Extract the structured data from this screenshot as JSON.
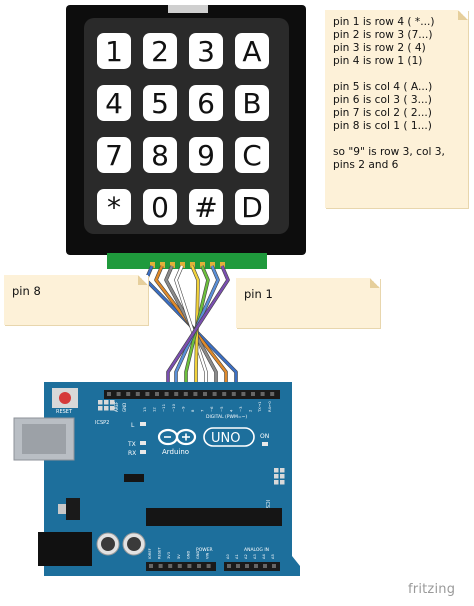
{
  "keypad": {
    "keys": [
      [
        "1",
        "2",
        "3",
        "A"
      ],
      [
        "4",
        "5",
        "6",
        "B"
      ],
      [
        "7",
        "8",
        "9",
        "C"
      ],
      [
        "*",
        "0",
        "#",
        "D"
      ]
    ],
    "wire_colors": [
      "#3b6fc4",
      "#e08a2a",
      "#8a8a8a",
      "#ffffff",
      "#f2d23a",
      "#6cbf3c",
      "#5a8fd8",
      "#7a4fb0"
    ]
  },
  "notes": {
    "pin_map_lines": [
      "pin 1 is row 4 ( *...)",
      "pin 2 is row 3 (7...)",
      "pin 3 is row 2 ( 4)",
      "pin 4 is row 1 (1)",
      "",
      "pin 5 is col 4 ( A...)",
      "pin 6 is col 3 ( 3...)",
      "pin 7 is col 2 ( 2...)",
      "pin 8 is col 1 ( 1...)",
      "",
      "so \"9\" is row 3, col 3,",
      "pins 2 and 6"
    ],
    "left_label": "pin 8",
    "right_label": "pin 1"
  },
  "arduino": {
    "board_color": "#1d6f9c",
    "reset_label": "RESET",
    "icsp2_label": "ICSP2",
    "l_label": "L",
    "tx_label": "TX",
    "rx_label": "RX",
    "on_label": "ON",
    "brand_label": "Arduino",
    "model_label": "UNO",
    "digital_label": "DIGITAL (PWM=~)",
    "aref_label": "AREF",
    "gnd_label": "GND",
    "power_label": "POWER",
    "analog_label": "ANALOG IN",
    "icsp_label": "ICSP",
    "digital_pins": [
      "13",
      "12",
      "~11",
      "~10",
      "~9",
      "8",
      "7",
      "~6",
      "~5",
      "4",
      "~3",
      "2",
      "TX→1",
      "RX←0"
    ],
    "power_pins": [
      "IOREF",
      "RESET",
      "3V3",
      "5V",
      "GND",
      "GND",
      "VIN"
    ],
    "analog_pins": [
      "A0",
      "A1",
      "A2",
      "A3",
      "A4",
      "A5"
    ]
  },
  "watermark": "fritzing"
}
